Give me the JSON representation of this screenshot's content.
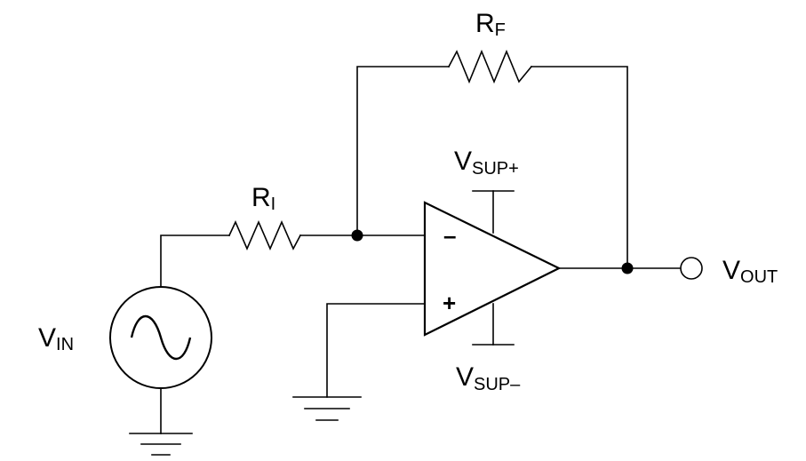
{
  "labels": {
    "rf": {
      "main": "R",
      "sub": "F"
    },
    "ri": {
      "main": "R",
      "sub": "I"
    },
    "vsup_pos": {
      "main": "V",
      "sub": "SUP+"
    },
    "vsup_neg": {
      "main": "V",
      "sub": "SUP–"
    },
    "vout": {
      "main": "V",
      "sub": "OUT"
    },
    "vin": {
      "main": "V",
      "sub": "IN"
    }
  },
  "opamp": {
    "inverting_sign": "–",
    "noninverting_sign": "+"
  }
}
